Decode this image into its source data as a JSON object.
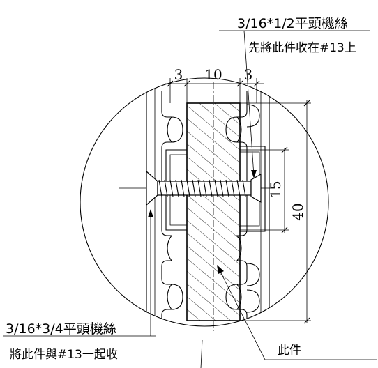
{
  "dimensions": {
    "left_gap": "3",
    "center_width": "10",
    "right_gap": "3",
    "inner_height": "15",
    "total_height": "40"
  },
  "callouts": {
    "top_screw_spec": "3/16*1/2平頭機絲",
    "top_screw_note": "先將此件收在#13上",
    "left_screw_spec": "3/16*3/4平頭機絲",
    "left_screw_note": "將此件與#13一起收",
    "part_label": "此件"
  }
}
